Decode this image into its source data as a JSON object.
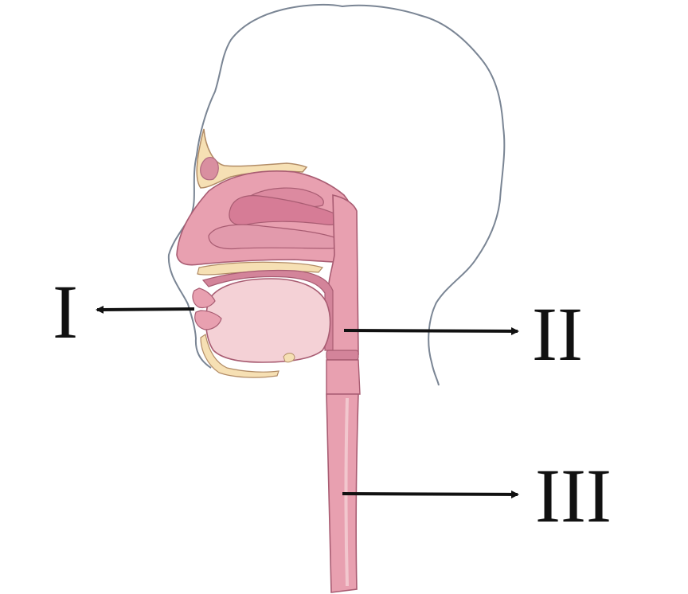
{
  "labels": {
    "mouth": "I",
    "pharynx": "II",
    "esophagus": "III"
  },
  "colors": {
    "head_outline": "#7a8594",
    "tissue": "#e8a0b0",
    "tissue_dark": "#c96e88",
    "tissue_light": "#f4d1d6",
    "bone": "#f6e0b4",
    "arrow": "#111111"
  }
}
